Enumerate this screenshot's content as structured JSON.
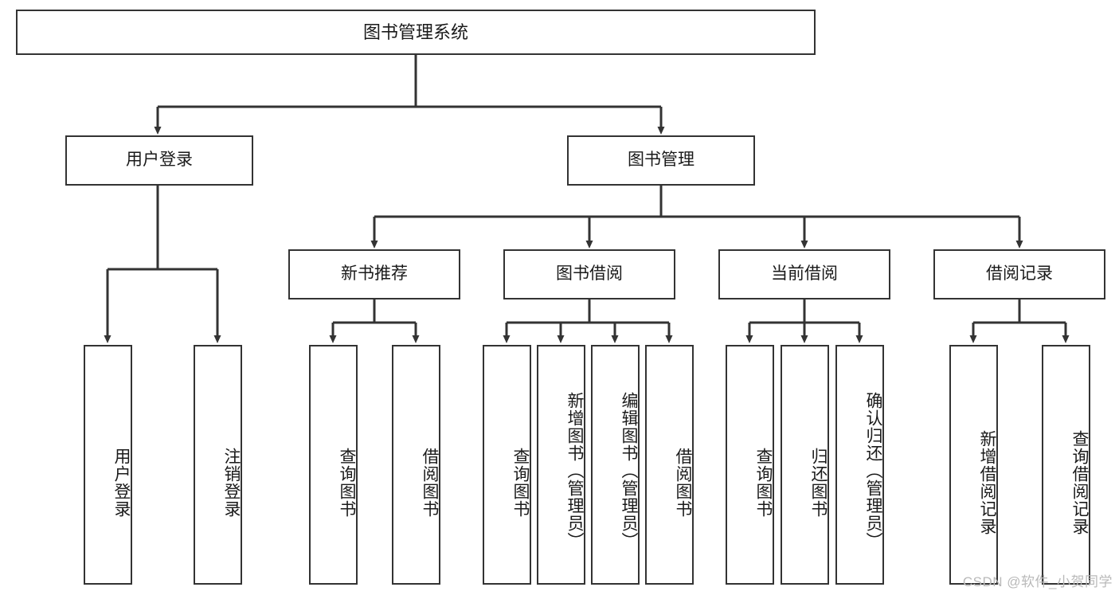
{
  "diagram": {
    "title": "图书管理系统",
    "type": "tree",
    "watermark": "CSDN @软件_小贺同学",
    "colors": {
      "box_border": "#333333",
      "box_fill": "#ffffff",
      "edge": "#333333",
      "text": "#1a1a1a",
      "watermark": "#b9b9b9",
      "background": "#ffffff"
    },
    "nodes": {
      "root": {
        "label": "图书管理系统",
        "orientation": "horizontal"
      },
      "level2": [
        {
          "id": "user-login",
          "label": "用户登录",
          "orientation": "horizontal"
        },
        {
          "id": "book-manage",
          "label": "图书管理",
          "orientation": "horizontal"
        }
      ],
      "level3": [
        {
          "id": "new-book-rec",
          "label": "新书推荐",
          "orientation": "horizontal"
        },
        {
          "id": "book-borrow",
          "label": "图书借阅",
          "orientation": "horizontal"
        },
        {
          "id": "current-borrow",
          "label": "当前借阅",
          "orientation": "horizontal"
        },
        {
          "id": "borrow-record",
          "label": "借阅记录",
          "orientation": "horizontal"
        }
      ],
      "leaves": [
        {
          "id": "leaf-user-login",
          "label": "用户登录",
          "parent": "user-login",
          "orientation": "vertical"
        },
        {
          "id": "leaf-user-logout",
          "label": "注销登录",
          "parent": "user-login",
          "orientation": "vertical"
        },
        {
          "id": "leaf-query-book-rec",
          "label": "查询图书",
          "parent": "new-book-rec",
          "orientation": "vertical"
        },
        {
          "id": "leaf-borrow-book-rec",
          "label": "借阅图书",
          "parent": "new-book-rec",
          "orientation": "vertical"
        },
        {
          "id": "leaf-query-book-borrow",
          "label": "查询图书",
          "parent": "book-borrow",
          "orientation": "vertical"
        },
        {
          "id": "leaf-add-book",
          "label": "新增图书（管理员）",
          "parent": "book-borrow",
          "orientation": "vertical"
        },
        {
          "id": "leaf-edit-book",
          "label": "编辑图书（管理员）",
          "parent": "book-borrow",
          "orientation": "vertical"
        },
        {
          "id": "leaf-borrow-book",
          "label": "借阅图书",
          "parent": "book-borrow",
          "orientation": "vertical"
        },
        {
          "id": "leaf-query-book-cur",
          "label": "查询图书",
          "parent": "current-borrow",
          "orientation": "vertical"
        },
        {
          "id": "leaf-return-book",
          "label": "归还图书",
          "parent": "current-borrow",
          "orientation": "vertical"
        },
        {
          "id": "leaf-confirm-return",
          "label": "确认归还（管理员）",
          "parent": "current-borrow",
          "orientation": "vertical"
        },
        {
          "id": "leaf-add-record",
          "label": "新增借阅记录",
          "parent": "borrow-record",
          "orientation": "vertical"
        },
        {
          "id": "leaf-query-record",
          "label": "查询借阅记录",
          "parent": "borrow-record",
          "orientation": "vertical"
        }
      ]
    }
  }
}
